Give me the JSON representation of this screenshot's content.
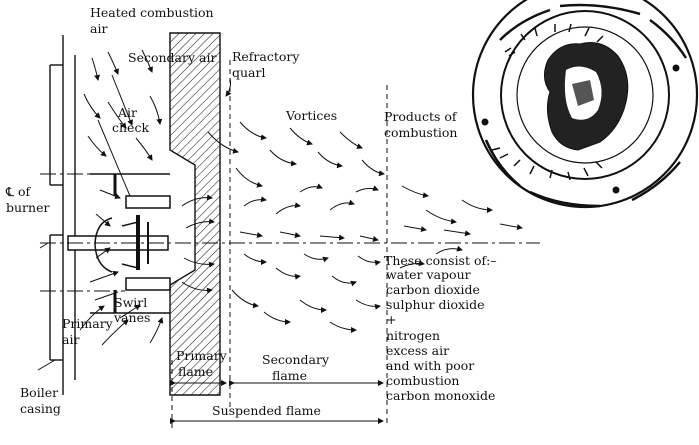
{
  "labels": {
    "heated_air_1": "Heated combustion",
    "heated_air_2": "air",
    "secondary_air": "Secondary air",
    "refractory_1": "Refractory",
    "refractory_2": "quarl",
    "air_check_1": "Air",
    "air_check_2": "check",
    "vortices": "Vortices",
    "products_1": "Products of",
    "products_2": "combustion",
    "cl_burner_1": "℄ of",
    "cl_burner_2": "burner",
    "consist_header": "These consist of:–",
    "swirl_1": "Swirl",
    "swirl_2": "vanes",
    "primary_air_1": "Primary",
    "primary_air_2": "air",
    "primary_flame_1": "Primary",
    "primary_flame_2": "flame",
    "secondary_flame_1": "Secondary",
    "secondary_flame_2": "flame",
    "boiler_1": "Boiler",
    "boiler_2": "casing",
    "suspended_flame": "Suspended flame"
  },
  "products_list": [
    "water vapour",
    "carbon dioxide",
    "sulphur dioxide",
    "+",
    "nitrogen",
    "excess air",
    "and with poor",
    "combustion",
    "carbon monoxide"
  ]
}
